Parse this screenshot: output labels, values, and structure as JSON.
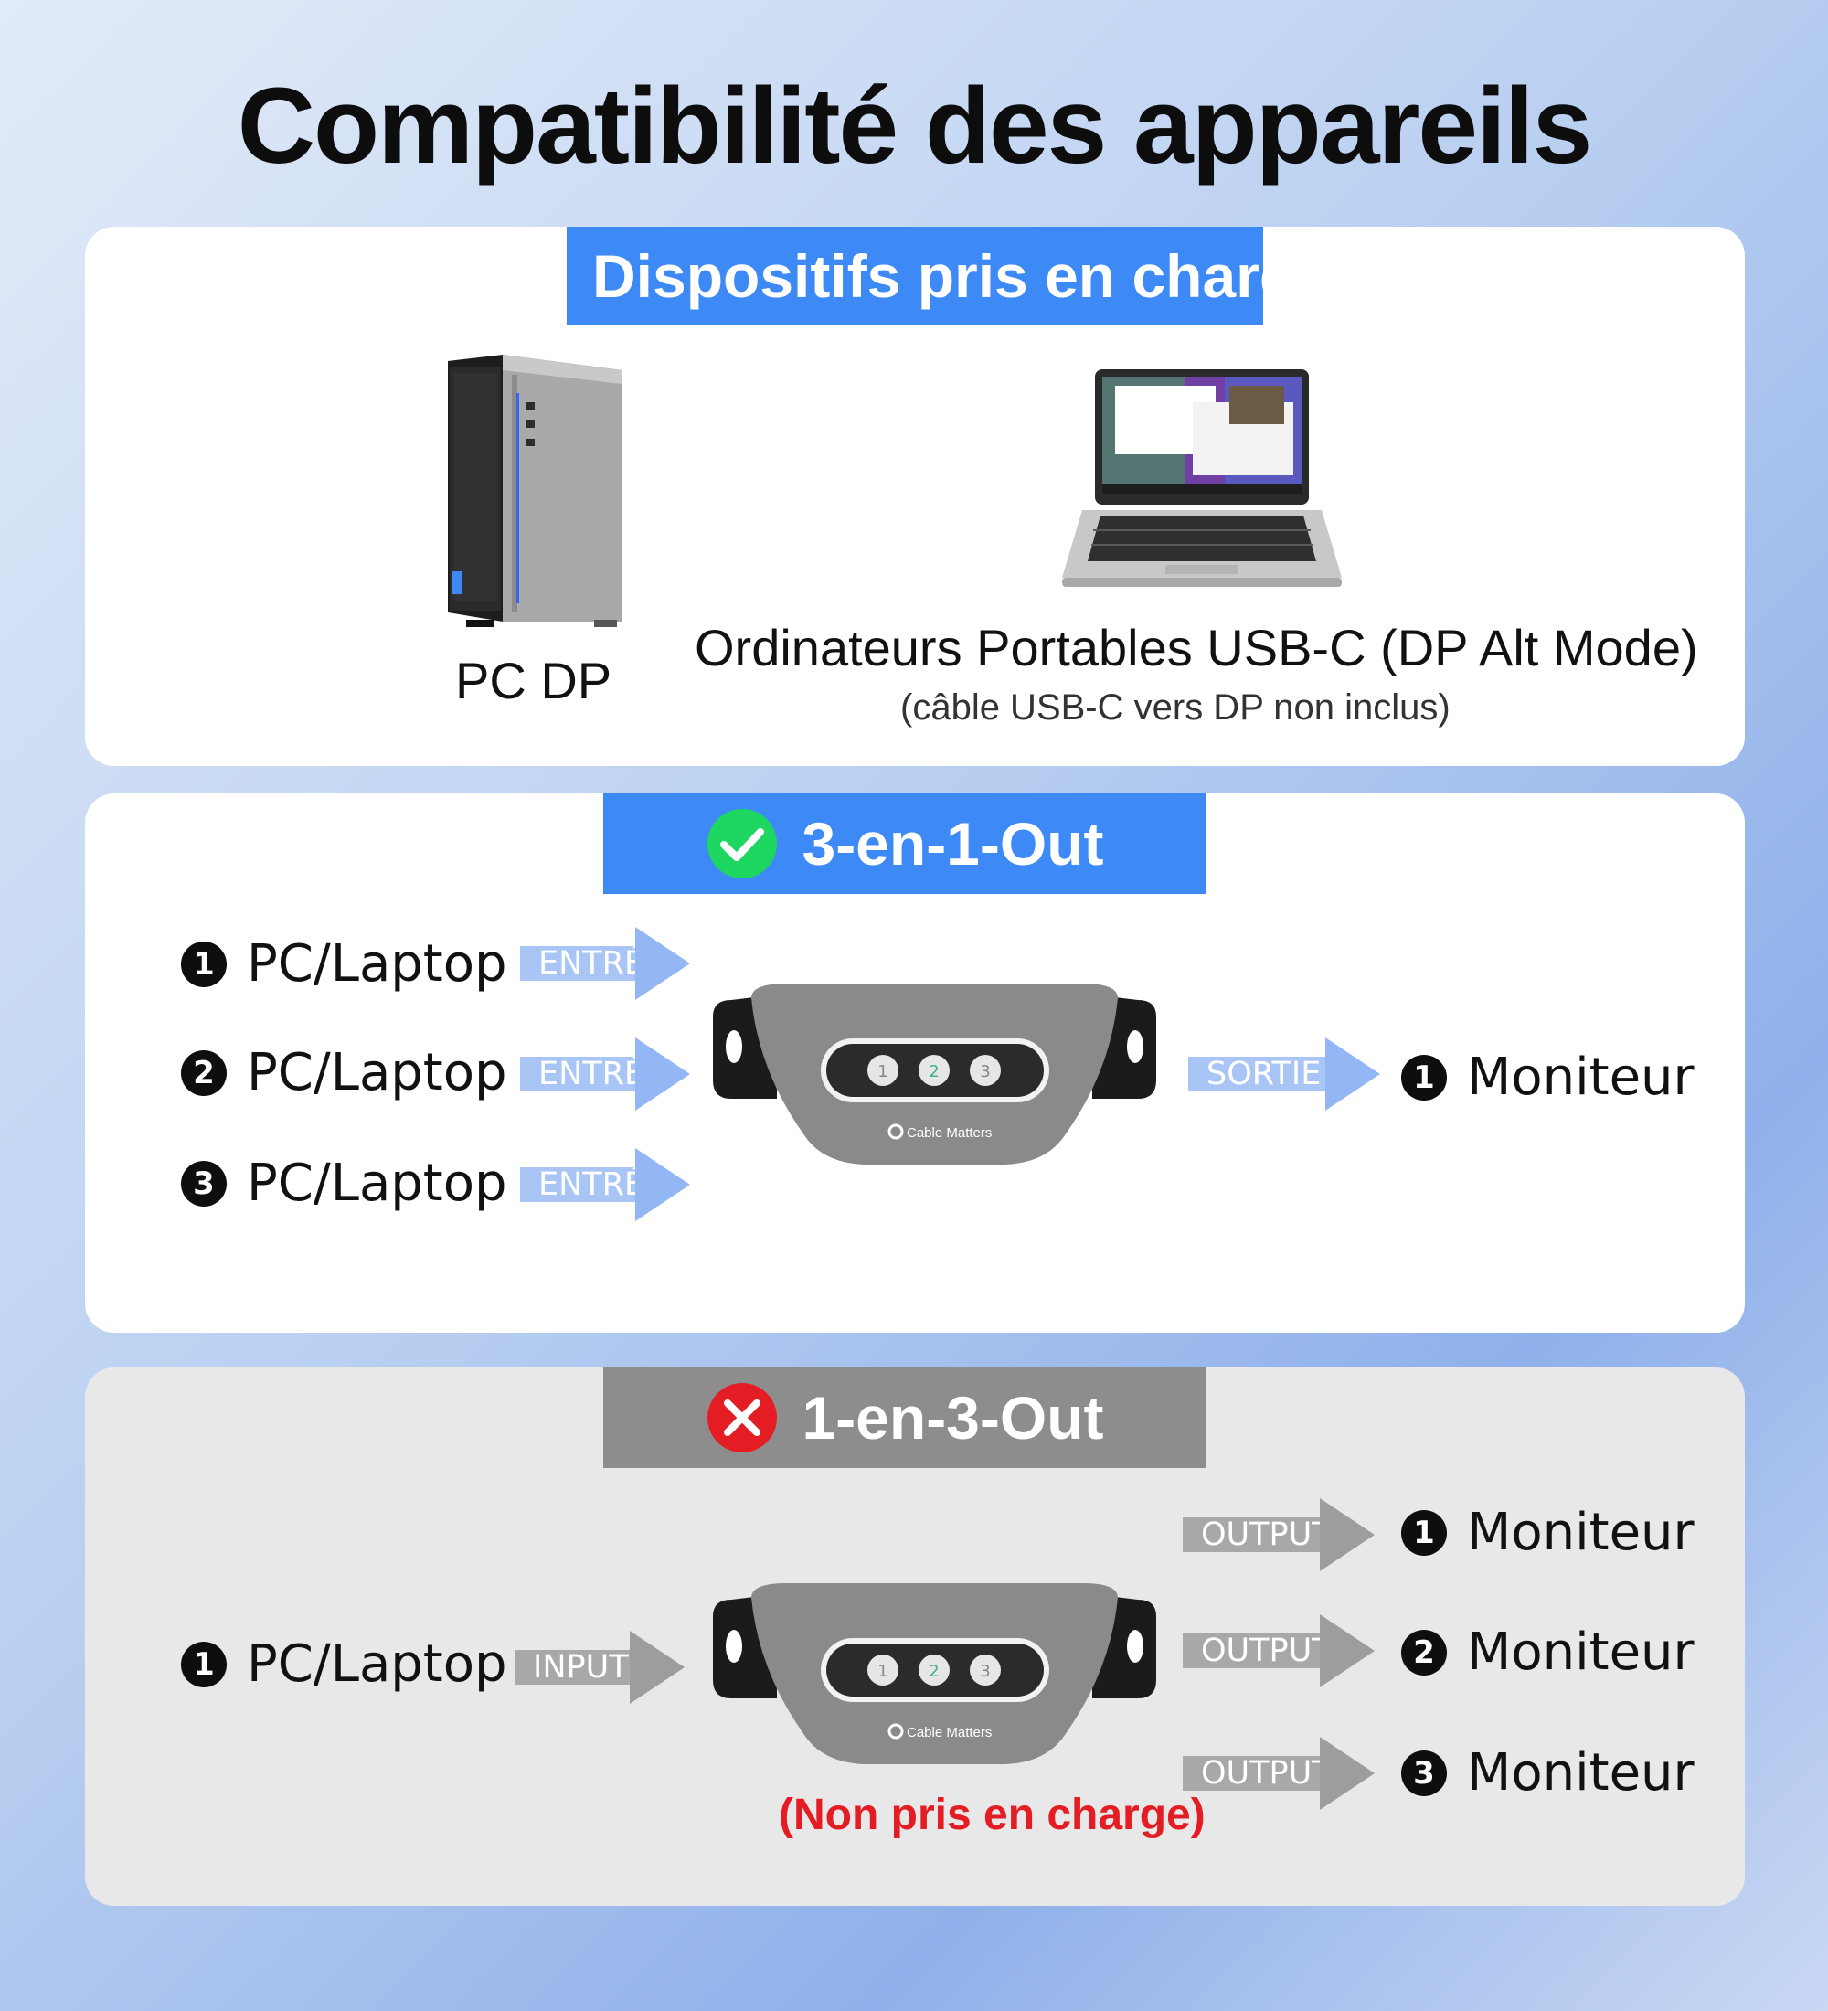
{
  "title": "Compatibilité des appareils",
  "supported": {
    "banner": "Dispositifs pris en charg",
    "pc_label": "PC DP",
    "laptop_label": "Ordinateurs Portables USB-C (DP Alt Mode)",
    "laptop_note": "(câble USB-C vers DP non inclus)"
  },
  "good_mode": {
    "banner": "3-en-1-Out",
    "status_icon": "check-icon",
    "inputs": [
      {
        "num": "1",
        "label": "PC/Laptop",
        "arrow": "ENTRÉE"
      },
      {
        "num": "2",
        "label": "PC/Laptop",
        "arrow": "ENTRÉE"
      },
      {
        "num": "3",
        "label": "PC/Laptop",
        "arrow": "ENTRÉE"
      }
    ],
    "output": {
      "num": "1",
      "label": "Moniteur",
      "arrow": "SORTIE"
    }
  },
  "bad_mode": {
    "banner": "1-en-3-Out",
    "status_icon": "cross-icon",
    "input": {
      "num": "1",
      "label": "PC/Laptop",
      "arrow": "INPUT"
    },
    "outputs": [
      {
        "num": "1",
        "label": "Moniteur",
        "arrow": "OUTPUT"
      },
      {
        "num": "2",
        "label": "Moniteur",
        "arrow": "OUTPUT"
      },
      {
        "num": "3",
        "label": "Moniteur",
        "arrow": "OUTPUT"
      }
    ],
    "note": "(Non pris en charge)"
  },
  "device": {
    "brand": "Cable Matters",
    "buttons": [
      "1",
      "2",
      "3"
    ]
  },
  "colors": {
    "accent_blue": "#3d8af7",
    "check_green": "#1ed760",
    "cross_red": "#e41d24",
    "banner_grey": "#8d8d8d"
  }
}
